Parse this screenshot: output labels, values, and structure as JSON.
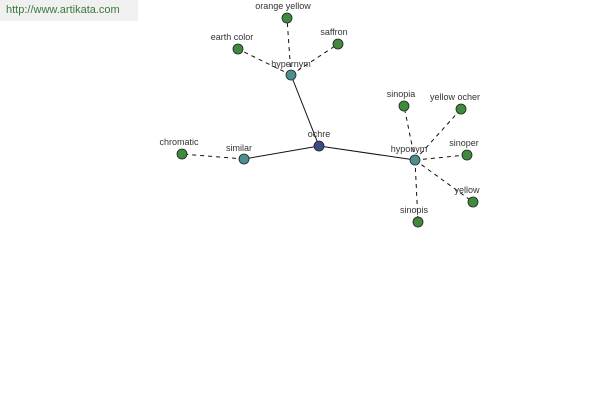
{
  "header": {
    "url": "http://www.artikata.com"
  },
  "colors": {
    "center_node": "#3a4a8a",
    "relation_node": "#4a9090",
    "word_node": "#3f8a3f",
    "node_stroke": "#222222",
    "edge": "#111111",
    "url_text": "#3a7a3a",
    "url_bg": "#f0f0f0"
  },
  "graph": {
    "center": {
      "id": "ochre",
      "label": "ochre"
    },
    "relations": [
      {
        "id": "hypernym",
        "label": "hypernym"
      },
      {
        "id": "hyponym",
        "label": "hyponym"
      },
      {
        "id": "similar",
        "label": "similar"
      }
    ],
    "words": [
      {
        "id": "orange-yellow",
        "label": "orange yellow",
        "relation": "hypernym"
      },
      {
        "id": "earth-color",
        "label": "earth color",
        "relation": "hypernym"
      },
      {
        "id": "saffron",
        "label": "saffron",
        "relation": "hypernym"
      },
      {
        "id": "sinopia",
        "label": "sinopia",
        "relation": "hyponym"
      },
      {
        "id": "yellow-ocher",
        "label": "yellow ocher",
        "relation": "hyponym"
      },
      {
        "id": "sinoper",
        "label": "sinoper",
        "relation": "hyponym"
      },
      {
        "id": "yellow",
        "label": "yellow",
        "relation": "hyponym"
      },
      {
        "id": "sinopis",
        "label": "sinopis",
        "relation": "hyponym"
      },
      {
        "id": "chromatic",
        "label": "chromatic",
        "relation": "similar"
      }
    ]
  }
}
